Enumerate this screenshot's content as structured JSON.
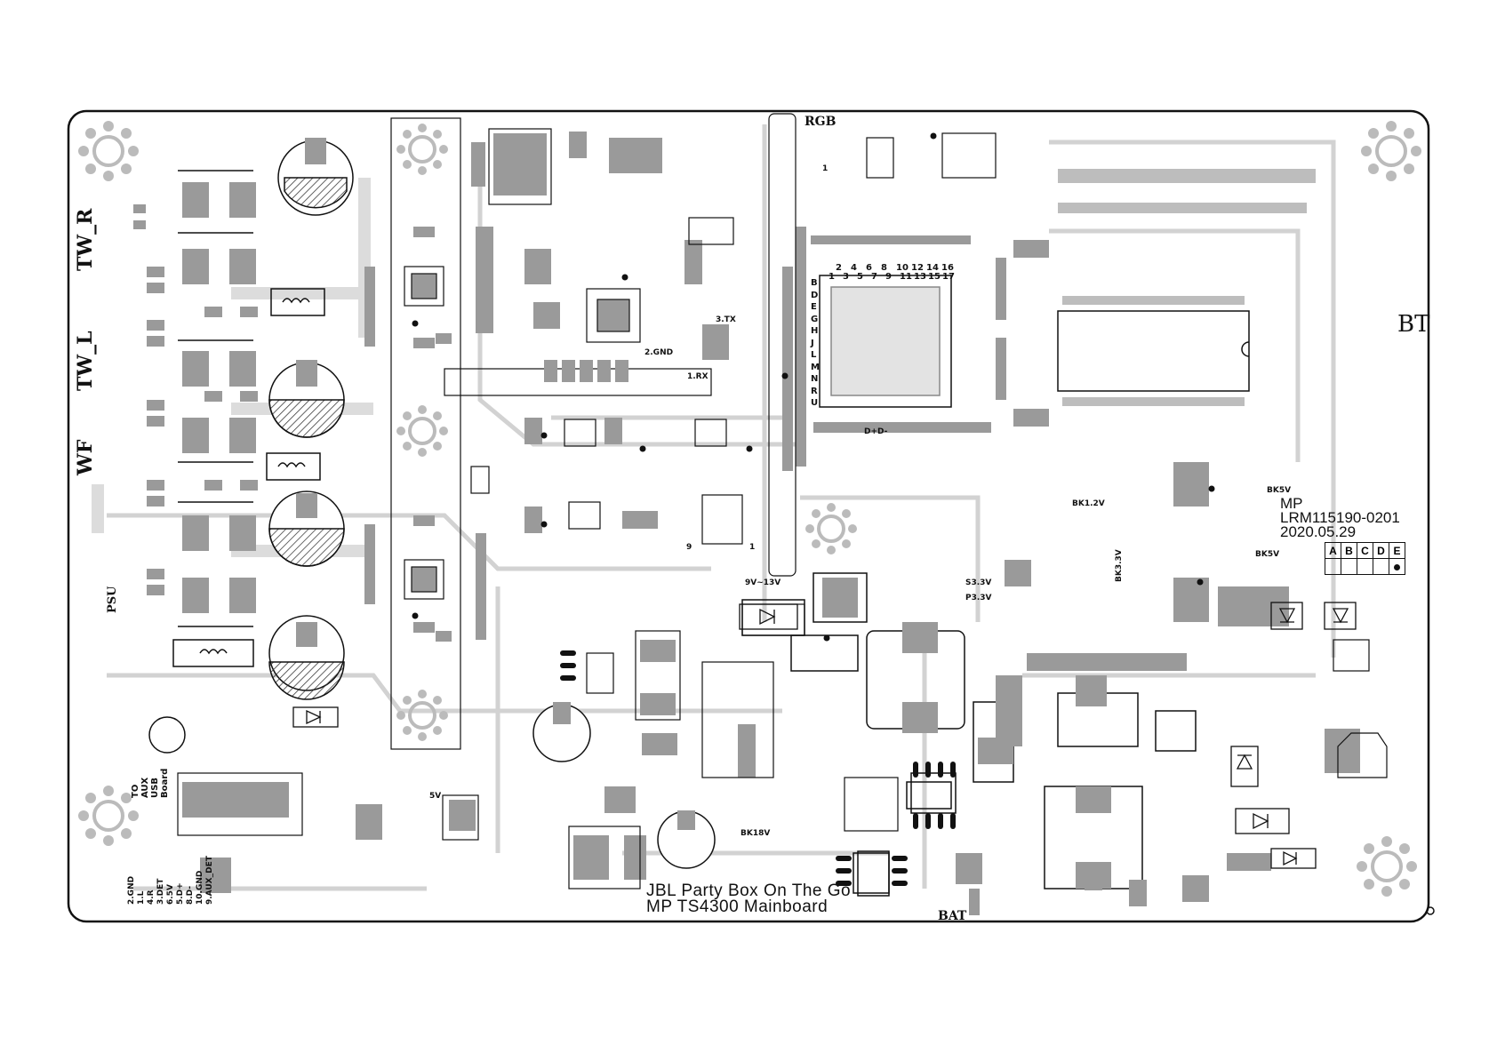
{
  "board": {
    "title_line1": "JBL Party Box On The Go",
    "title_line2": "MP  TS4300 Mainboard",
    "revision": "MP",
    "part_number": "LRM115190-0201",
    "date": "2020.05.29",
    "rev_columns": [
      "A",
      "B",
      "C",
      "D",
      "E"
    ],
    "rev_marked": "E"
  },
  "labels": {
    "tw_r": "TW_R",
    "tw_l": "TW_L",
    "wf": "WF",
    "psu": "PSU",
    "rgb": "RGB",
    "bt": "BT",
    "bat": "BAT",
    "usb_board": "TO AUX USB Board",
    "v9_13": "9V~13V",
    "s33": "S3.3V",
    "p33": "P3.3V",
    "bk33": "BK3.3V",
    "bk5v_a": "BK5V",
    "bk5v_b": "BK5V",
    "bk12": "BK1.2V",
    "bk18": "BK18V",
    "v5": "5V",
    "tx": "3.TX",
    "gnd": "2.GND",
    "rx": "1.RX",
    "dpdm": "D+D-",
    "pin1": "1",
    "pin_a1": "1",
    "pin_a9": "9",
    "pin_b1": "1"
  },
  "bga": {
    "row_letters": [
      "B",
      "D",
      "E",
      "G",
      "H",
      "J",
      "L",
      "M",
      "N",
      "R",
      "U"
    ],
    "col_top": [
      "2",
      "4",
      "6",
      "8",
      "10",
      "12",
      "14",
      "16"
    ],
    "col_bottom": [
      "1",
      "3",
      "5",
      "7",
      "9",
      "11",
      "13",
      "15",
      "17"
    ]
  },
  "usb_pins": [
    "2.GND",
    "1.L",
    "4.R",
    "3.DET",
    "6.5V",
    "5.D+",
    "8.D-",
    "10.GND",
    "9.AUX_DET"
  ],
  "colors": {
    "trace": "#cfcfcf",
    "pad": "#9a9a9a",
    "outline": "#111111",
    "hatch": "#333333"
  }
}
